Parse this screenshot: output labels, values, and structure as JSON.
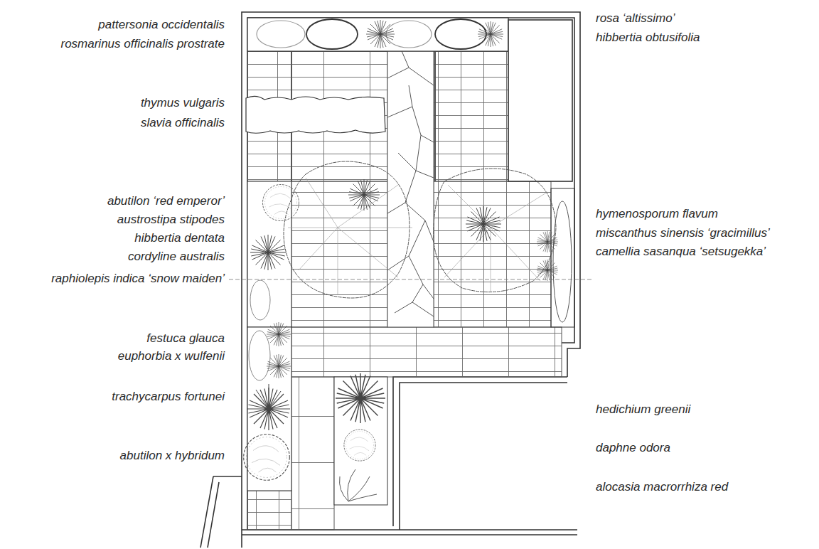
{
  "diagram": {
    "labels": [
      "pattersonia occidentalis",
      "rosmarinus officinalis prostrate",
      "thymus vulgaris",
      "slavia officinalis",
      "abutilon ‘red emperor’",
      "austrostipa stipodes",
      "hibbertia dentata",
      "cordyline australis",
      "raphiolepis indica ‘snow maiden’",
      "festuca glauca",
      "euphorbia x wulfenii",
      "trachycarpus fortunei",
      "abutilon x hybridum",
      "rosa ‘altissimo’",
      "hibbertia obtusifolia",
      "hymenosporum flavum",
      "miscanthus sinensis ‘gracimillus’",
      "camellia sasanqua ‘setsugekka’",
      "hedichium greenii",
      "daphne odora",
      "alocasia macrorrhiza red"
    ]
  }
}
